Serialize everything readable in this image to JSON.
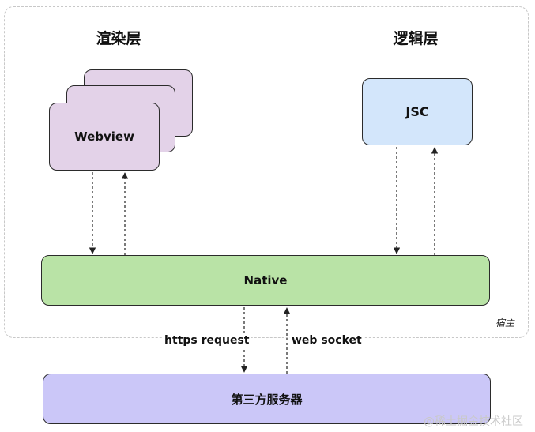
{
  "headings": {
    "render_layer": "渲染层",
    "logic_layer": "逻辑层"
  },
  "nodes": {
    "webview": "Webview",
    "jsc": "JSC",
    "native": "Native",
    "third_party_server": "第三方服务器"
  },
  "host_label": "宿主",
  "edges": {
    "https_request": "https request",
    "web_socket": "web socket"
  },
  "watermark": "@稀土掘金技术社区",
  "colors": {
    "webview_fill": "#e3d2e8",
    "jsc_fill": "#d3e6fb",
    "native_fill": "#b9e3a6",
    "server_fill": "#cbc7f8",
    "border": "#2b2b2b"
  }
}
